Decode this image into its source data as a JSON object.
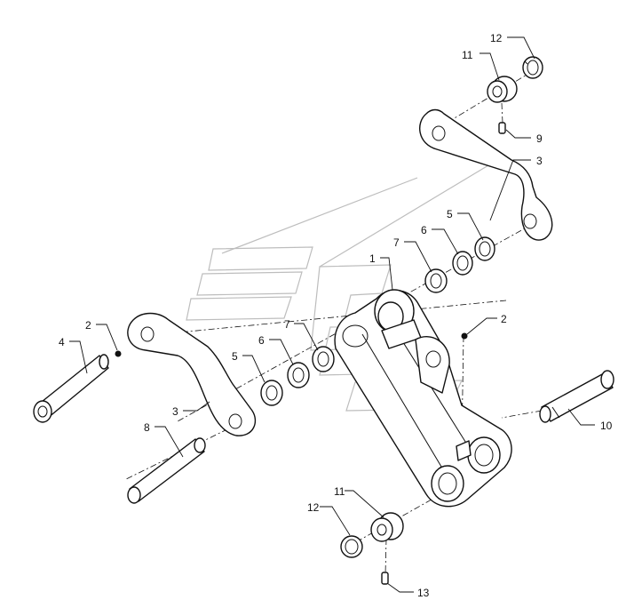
{
  "labels": [
    {
      "id": "l12a",
      "text": "12"
    },
    {
      "id": "l11a",
      "text": "11"
    },
    {
      "id": "l9",
      "text": "9"
    },
    {
      "id": "l3a",
      "text": "3"
    },
    {
      "id": "l5a",
      "text": "5"
    },
    {
      "id": "l6a",
      "text": "6"
    },
    {
      "id": "l7a",
      "text": "7"
    },
    {
      "id": "l1",
      "text": "1"
    },
    {
      "id": "l2a",
      "text": "2"
    },
    {
      "id": "l4",
      "text": "4"
    },
    {
      "id": "l7b",
      "text": "7"
    },
    {
      "id": "l6b",
      "text": "6"
    },
    {
      "id": "l5b",
      "text": "5"
    },
    {
      "id": "l2b",
      "text": "2"
    },
    {
      "id": "l3b",
      "text": "3"
    },
    {
      "id": "l8",
      "text": "8"
    },
    {
      "id": "l10",
      "text": "10"
    },
    {
      "id": "l11b",
      "text": "11"
    },
    {
      "id": "l12b",
      "text": "12"
    },
    {
      "id": "l13",
      "text": "13"
    }
  ]
}
